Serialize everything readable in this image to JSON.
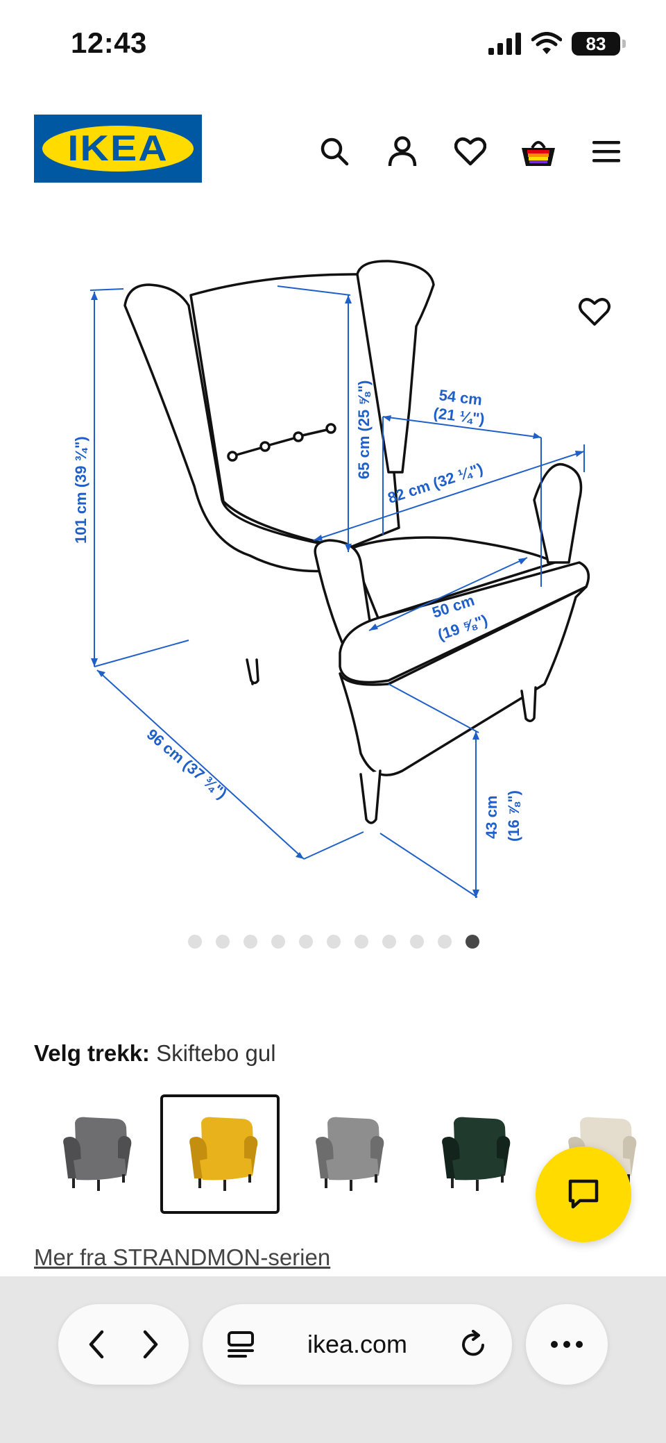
{
  "status_bar": {
    "time": "12:43",
    "battery": "83"
  },
  "header": {
    "logo_text": "IKEA",
    "icons": [
      "search-icon",
      "account-icon",
      "heart-icon",
      "basket-icon",
      "menu-icon"
    ]
  },
  "product_image": {
    "dimensions": {
      "height": "101 cm (39 ¾\")",
      "back_height": "65 cm (25 ⅝\")",
      "seat_depth": "54 cm",
      "seat_depth_in": "(21 ¼\")",
      "width": "82 cm (32 ¼\")",
      "seat_width": "50 cm",
      "seat_width_in": "(19 ⅝\")",
      "depth": "96 cm (37 ¾\")",
      "seat_height": "43 cm",
      "seat_height_in": "(16 ⅞\")"
    },
    "carousel": {
      "total": 11,
      "active_index": 10
    }
  },
  "variants": {
    "label": "Velg trekk:",
    "selected": "Skiftebo gul",
    "swatches": [
      {
        "name": "grey",
        "color": "#6e6e70",
        "dark": "#4f4f52"
      },
      {
        "name": "yellow",
        "color": "#e8b21c",
        "dark": "#c48f0e",
        "selected": true
      },
      {
        "name": "grey-pattern",
        "color": "#8e8e8e",
        "dark": "#6d6d6d"
      },
      {
        "name": "dark-green",
        "color": "#203a2e",
        "dark": "#12241b"
      },
      {
        "name": "beige",
        "color": "#e4dccd",
        "dark": "#cbc2b0"
      }
    ]
  },
  "series_link": "Mer fra STRANDMON-serien",
  "browser": {
    "url": "ikea.com"
  },
  "colors": {
    "ikea_blue": "#0058a3",
    "ikea_yellow": "#ffdb00",
    "dimension_blue": "#1f5fc8"
  }
}
